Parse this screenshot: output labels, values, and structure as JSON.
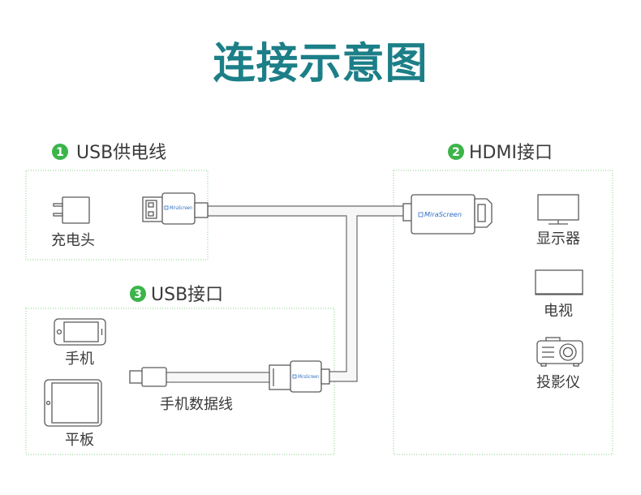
{
  "title": "连接示意图",
  "colors": {
    "title": "#1c7f87",
    "accent_green": "#3cb44a",
    "frame": "#86cf80",
    "brand": "#2f6fc4"
  },
  "usb_power": {
    "number": "1",
    "label": "USB供电线",
    "charger": {
      "label": "充电头",
      "icon": "charger-icon"
    },
    "plug": {
      "brand": "MiraScreen",
      "icon": "usb-a-plug-icon"
    }
  },
  "hdmi": {
    "number": "2",
    "label": "HDMI接口",
    "plug": {
      "brand": "MiraScreen",
      "icon": "hdmi-plug-icon"
    },
    "devices": [
      {
        "label": "显示器",
        "icon": "monitor-icon"
      },
      {
        "label": "电视",
        "icon": "tv-icon"
      },
      {
        "label": "投影仪",
        "icon": "projector-icon"
      }
    ]
  },
  "usb_port": {
    "number": "3",
    "label": "USB接口",
    "devices": [
      {
        "label": "手机",
        "icon": "phone-icon"
      },
      {
        "label": "平板",
        "icon": "tablet-icon"
      }
    ],
    "cable": {
      "label": "手机数据线",
      "icon": "micro-usb-plug-icon"
    },
    "receptacle": {
      "brand": "MiraScreen",
      "icon": "usb-receptacle-icon"
    }
  }
}
